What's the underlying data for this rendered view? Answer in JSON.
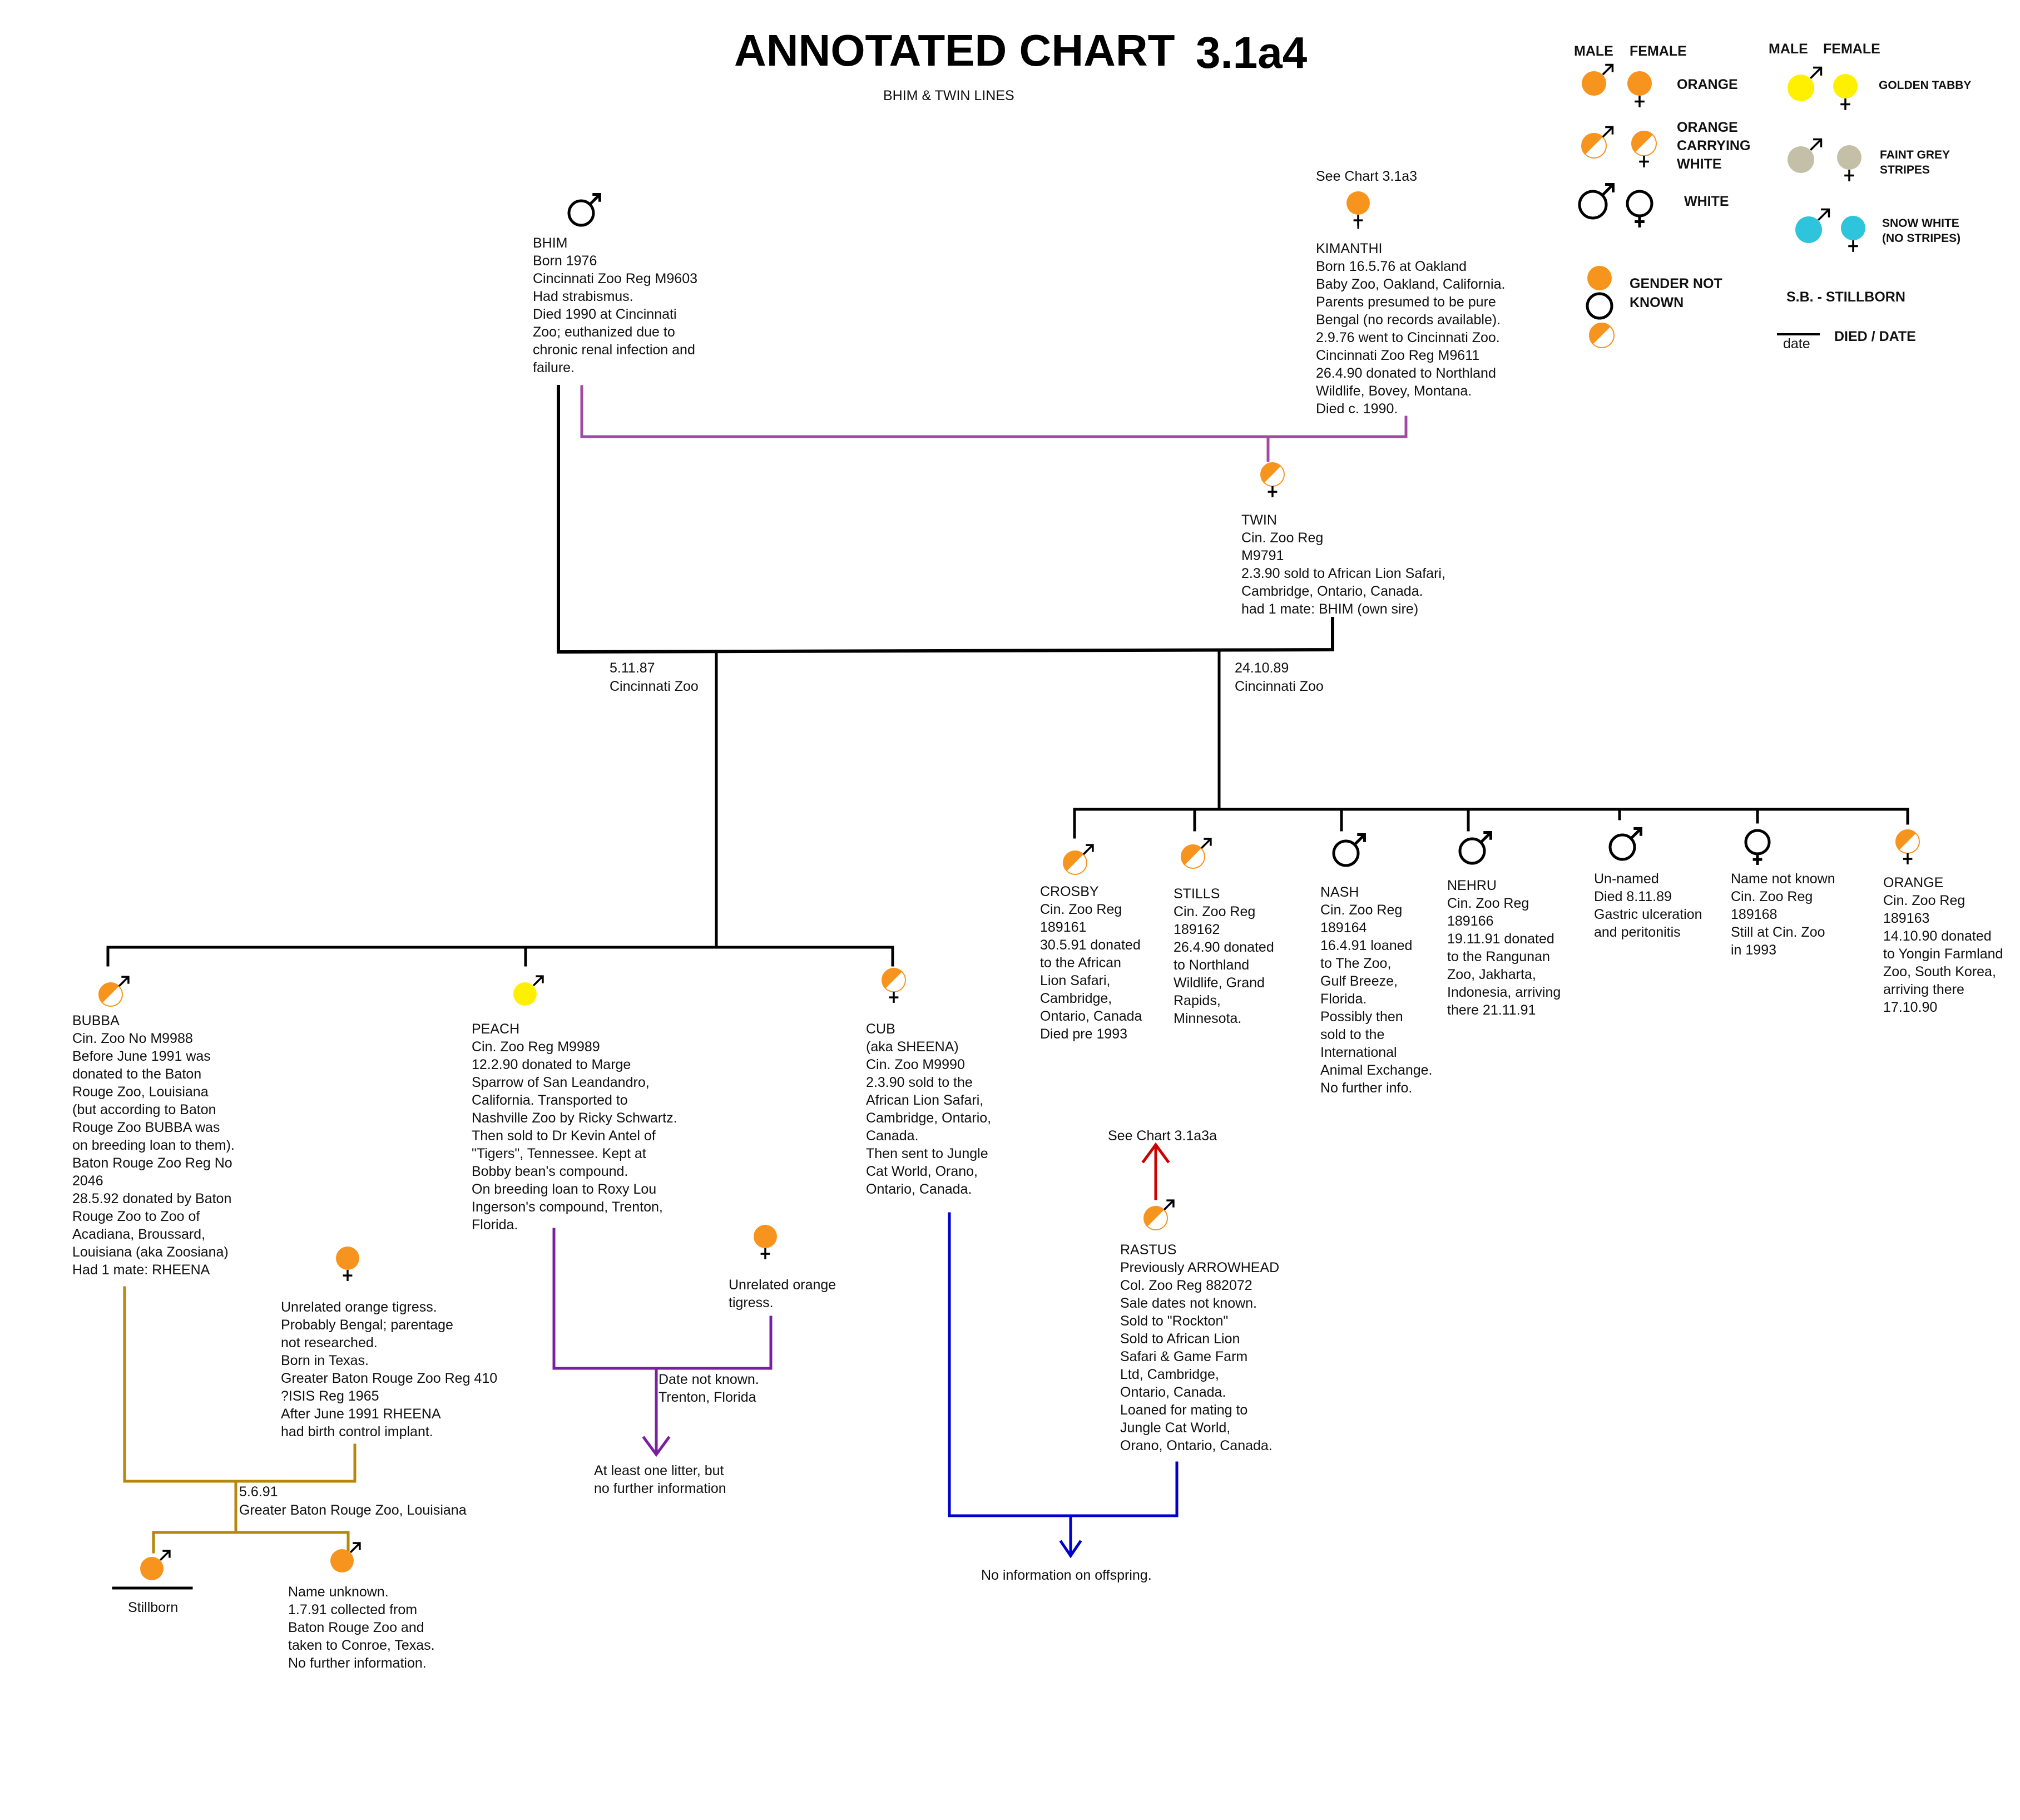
{
  "title": {
    "main": "ANNOTATED CHART",
    "number": "3.1a4",
    "subtitle": "BHIM & TWIN LINES"
  },
  "legend": {
    "col_male": "MALE",
    "col_female": "FEMALE",
    "orange": "ORANGE",
    "orange_carrying_white": [
      "ORANGE",
      "CARRYING",
      "WHITE"
    ],
    "white": "WHITE",
    "gender_not_known": [
      "GENDER NOT",
      "KNOWN"
    ],
    "golden_tabby": "GOLDEN TABBY",
    "faint_grey_stripes": [
      "FAINT GREY",
      "STRIPES"
    ],
    "snow_white": [
      "SNOW WHITE",
      "(NO STRIPES)"
    ],
    "stillborn": "S.B.  - STILLBORN",
    "date_sample": "date",
    "died_date": "DIED / DATE"
  },
  "colors": {
    "orange": "#f7941d",
    "yellow": "#ffef00",
    "grey": "#c4c0a8",
    "cyan": "#2ec4dc",
    "purple": "#a349a4",
    "violet": "#7a1fa2",
    "brown": "#b8860b",
    "blue": "#0000cc",
    "red": "#cc0000",
    "black": "#000000"
  },
  "notes": {
    "bhim": [
      "BHIM",
      "Born 1976",
      "Cincinnati Zoo Reg M9603",
      "Had strabismus.",
      "Died 1990  at Cincinnati",
      "Zoo; euthanized due to",
      "chronic renal infection and",
      "failure."
    ],
    "kimanthi_ref": "See Chart 3.1a3",
    "kimanthi": [
      "KIMANTHI",
      "Born 16.5.76 at Oakland",
      "Baby Zoo, Oakland, California.",
      "Parents presumed to be pure",
      "Bengal (no records available).",
      "2.9.76 went to Cincinnati Zoo.",
      "Cincinnati Zoo Reg M9611",
      "26.4.90 donated to Northland",
      "Wildlife, Bovey, Montana.",
      "Died c. 1990."
    ],
    "twin": [
      "TWIN",
      "Cin. Zoo Reg",
      "M9791",
      "2.3.90 sold to African Lion Safari,",
      "Cambridge, Ontario, Canada.",
      "had 1 mate: BHIM (own sire)"
    ],
    "mating1": [
      "5.11.87",
      "Cincinnati Zoo"
    ],
    "mating2": [
      "24.10.89",
      "Cincinnati Zoo"
    ],
    "crosby": [
      "CROSBY",
      "Cin. Zoo Reg",
      "189161",
      "30.5.91 donated",
      "to the African",
      "Lion Safari,",
      "Cambridge,",
      "Ontario, Canada",
      "Died pre 1993"
    ],
    "stills": [
      "STILLS",
      "Cin. Zoo Reg",
      "189162",
      "26.4.90 donated",
      "to Northland",
      "Wildlife, Grand",
      "Rapids,",
      "Minnesota."
    ],
    "nash": [
      "NASH",
      "Cin. Zoo Reg",
      "189164",
      "16.4.91 loaned",
      "to The Zoo,",
      "Gulf Breeze,",
      "Florida.",
      "Possibly then",
      "sold to the",
      "International",
      "Animal Exchange.",
      "No further info."
    ],
    "nehru": [
      "NEHRU",
      "Cin. Zoo Reg",
      "189166",
      "19.11.91 donated",
      "to the Rangunan",
      "Zoo, Jakharta,",
      "Indonesia, arriving",
      "there 21.11.91"
    ],
    "unnamed": [
      "Un-named",
      "Died 8.11.89",
      "Gastric ulceration",
      "and peritonitis"
    ],
    "namenotknown": [
      "Name not known",
      "Cin. Zoo Reg",
      "189168",
      "Still at Cin. Zoo",
      "in 1993"
    ],
    "orange": [
      "ORANGE",
      "Cin. Zoo Reg",
      "189163",
      "14.10.90 donated",
      "to Yongin Farmland",
      "Zoo, South Korea,",
      "arriving there",
      "17.10.90"
    ],
    "bubba": [
      "BUBBA",
      "Cin. Zoo No M9988",
      "Before June 1991 was",
      "donated to the Baton",
      "Rouge Zoo, Louisiana",
      "(but according to Baton",
      "Rouge Zoo BUBBA was",
      "on breeding loan to them).",
      "Baton Rouge Zoo Reg No",
      "2046",
      "28.5.92 donated by Baton",
      "Rouge Zoo to Zoo of",
      "Acadiana, Broussard,",
      "Louisiana (aka Zoosiana)",
      "Had 1 mate: RHEENA"
    ],
    "peach": [
      "PEACH",
      "Cin. Zoo Reg M9989",
      "12.2.90 donated to Marge",
      "Sparrow of San Leandandro,",
      "California.  Transported to",
      "Nashville Zoo by Ricky Schwartz.",
      "Then sold to Dr Kevin Antel of",
      "\"Tigers\", Tennessee.  Kept at",
      "Bobby bean's compound.",
      "On breeding loan to Roxy Lou",
      "Ingerson's compound, Trenton,",
      "Florida."
    ],
    "cub": [
      "CUB",
      "(aka SHEENA)",
      "Cin. Zoo M9990",
      "2.3.90 sold to the",
      "African Lion Safari,",
      "Cambridge, Ontario,",
      "Canada.",
      "Then sent to Jungle",
      "Cat World, Orano,",
      "Ontario, Canada."
    ],
    "rheena": [
      "Unrelated orange tigress.",
      "Probably Bengal; parentage",
      "not researched.",
      "Born in Texas.",
      "Greater Baton Rouge Zoo Reg 410",
      "?ISIS Reg 1965",
      "After June 1991 RHEENA",
      "had birth control implant."
    ],
    "peach_mate": [
      "Unrelated orange",
      "tigress."
    ],
    "peach_litter_date": [
      "Date not known.",
      "Trenton, Florida"
    ],
    "peach_litter": [
      "At least one litter, but",
      "no further information"
    ],
    "rastus_ref": "See Chart 3.1a3a",
    "rastus": [
      "RASTUS",
      "Previously ARROWHEAD",
      "Col. Zoo Reg 882072",
      "Sale dates not known.",
      "Sold to \"Rockton\"",
      "Sold to African Lion",
      "Safari & Game Farm",
      "Ltd, Cambridge,",
      "Ontario, Canada.",
      "Loaned for mating to",
      "Jungle Cat World,",
      "Orano, Ontario, Canada."
    ],
    "cub_offspring": "No information on offspring.",
    "bubba_mating": [
      "5.6.91",
      "Greater Baton Rouge Zoo, Louisiana"
    ],
    "stillborn": "Stillborn",
    "name_unknown": [
      "Name unknown.",
      "1.7.91 collected from",
      "Baton Rouge Zoo and",
      "taken to Conroe, Texas.",
      "No further information."
    ]
  }
}
